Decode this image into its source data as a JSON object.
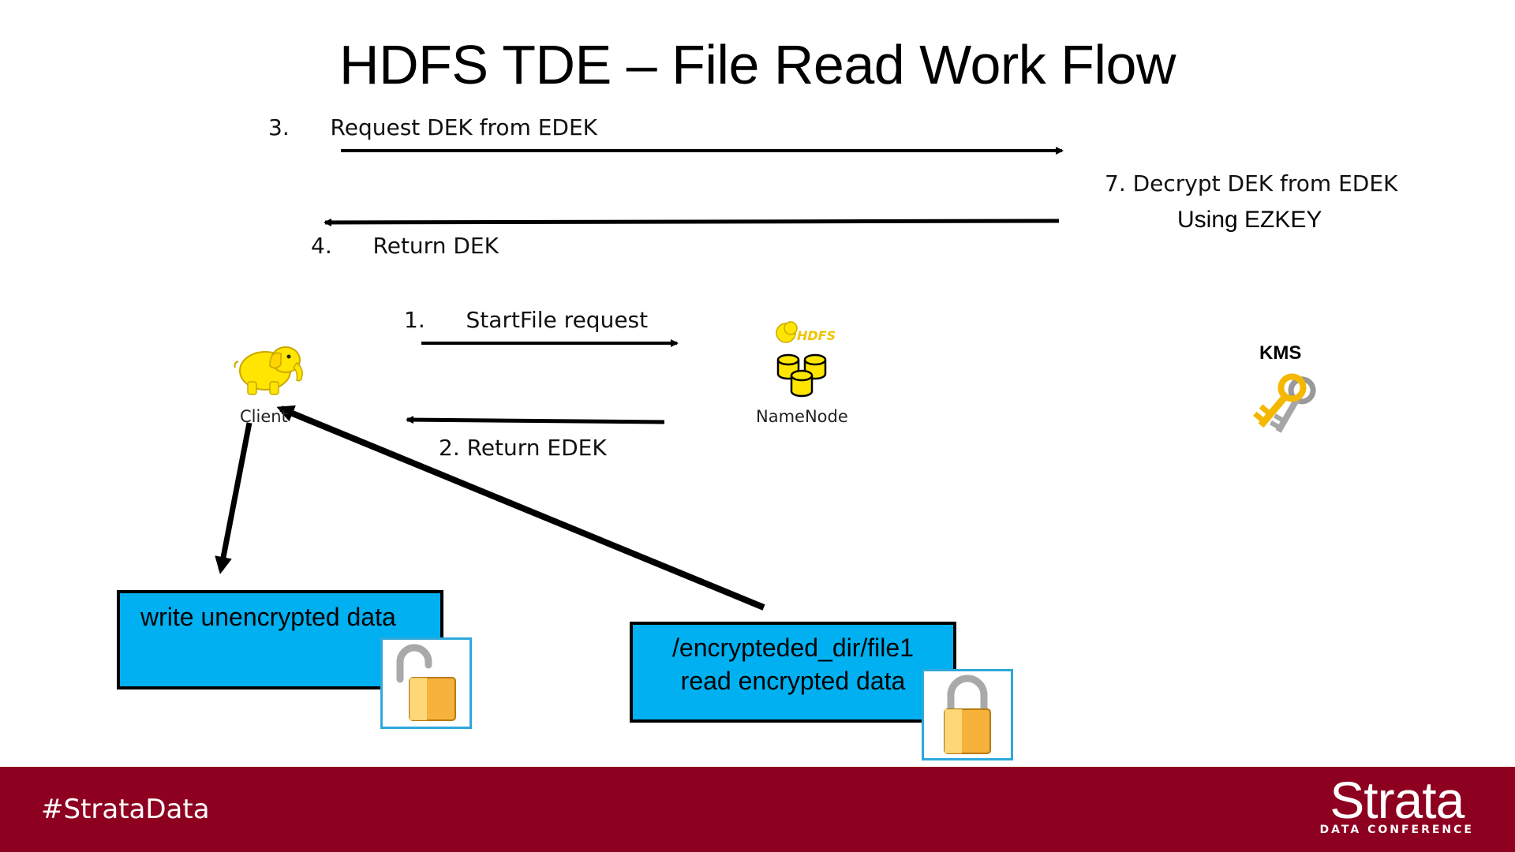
{
  "title": "HDFS TDE – File Read Work Flow",
  "steps": {
    "step3_num": "3.",
    "step3_text": "Request DEK from EDEK",
    "step4_num": "4.",
    "step4_text": "Return DEK",
    "step7_line1": "7. Decrypt DEK from EDEK",
    "step7_line2": "Using EZKEY",
    "step1_num": "1.",
    "step1_text": "StartFile request",
    "step2_text": "2. Return EDEK"
  },
  "nodes": {
    "client_label": "Client",
    "namenode_label": "NameNode",
    "hdfs_logo_text": "HDFS",
    "kms_label": "KMS"
  },
  "boxes": {
    "write_box": "write unencrypted data",
    "read_box_line1": "/encrypteded_dir/file1",
    "read_box_line2": "read encrypted data"
  },
  "footer": {
    "hashtag": "#StrataData",
    "brand": "Strata",
    "brand_sub": "DATA CONFERENCE"
  },
  "colors": {
    "box_fill": "#00b0f0",
    "footer_bg": "#8e0020",
    "elephant": "#ffe500",
    "key": "#f5b800"
  }
}
